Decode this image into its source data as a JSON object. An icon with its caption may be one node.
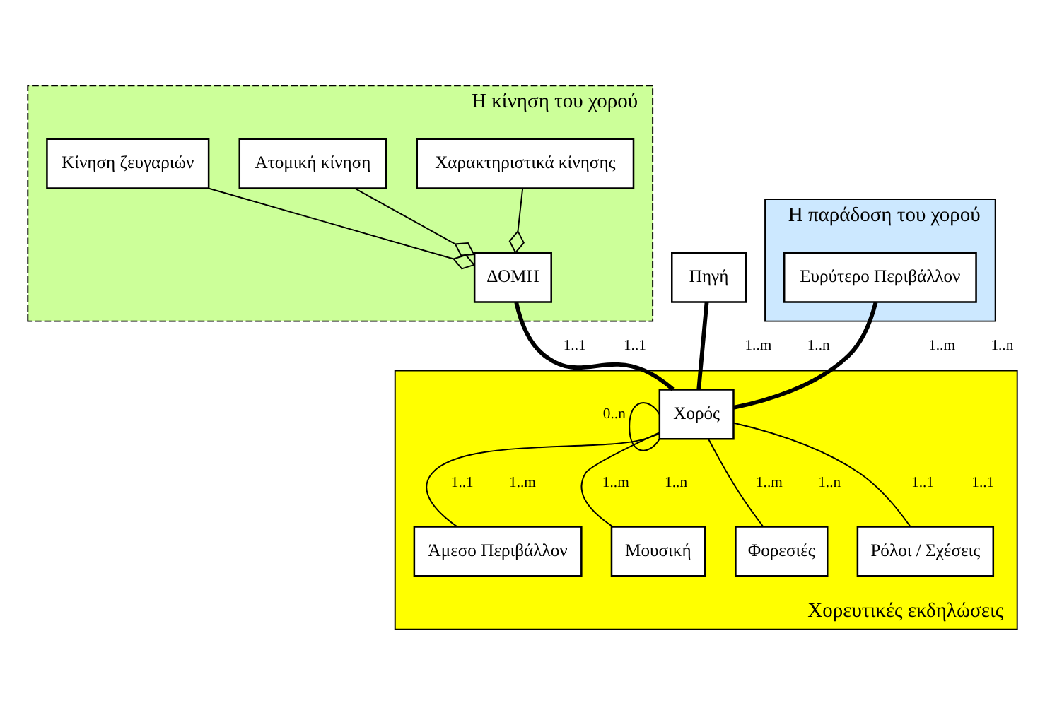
{
  "diagram": {
    "nodes": [
      {
        "text": [
          "Η κίνηση του χορού"
        ]
      },
      {
        "text": [
          "Χαρακτηριστικά κίνησης"
        ],
        "in": 0
      },
      {
        "text": [
          "Ατομική κίνηση"
        ],
        "in": 0
      },
      {
        "text": [
          "Κίνηση ζευγαριών"
        ],
        "in": 0
      },
      {
        "text": [
          "ΔΟΜΗ"
        ],
        "in": 0
      },
      {
        "text": [
          "Πηγή"
        ]
      },
      {
        "text": [
          "Η παράδοση του χορού"
        ]
      },
      {
        "text": [
          "Ευρύτερο Περιβάλλον"
        ],
        "in": 6
      },
      {
        "text": [
          "Χορευτικές εκδηλώσεις"
        ]
      },
      {
        "text": [
          "Χορός"
        ],
        "in": 8
      },
      {
        "text": [
          "Άμεσο Περιβάλλον"
        ],
        "in": 8
      },
      {
        "text": [
          "Μουσική"
        ],
        "in": 8
      },
      {
        "text": [
          "Φορεσιές"
        ],
        "in": 8
      },
      {
        "text": [
          "Ρόλοι / Σχέσεις"
        ],
        "in": 8
      }
    ],
    "edges": [
      {
        "from": 1,
        "to": 4,
        "arrow": "other"
      },
      {
        "from": 2,
        "to": 4,
        "arrow": "other"
      },
      {
        "from": 3,
        "to": 4,
        "arrow": "other"
      },
      {
        "from": 4,
        "to": 9,
        "arrow": "none",
        "style": "thick"
      },
      {
        "from": 5,
        "to": 9,
        "arrow": "none",
        "style": "thick"
      },
      {
        "from": 7,
        "to": 9,
        "arrow": "none",
        "style": "thick"
      },
      {
        "from": 9,
        "to": 9,
        "arrow": "none"
      },
      {
        "from": 9,
        "to": 10,
        "arrow": "none"
      },
      {
        "from": 9,
        "to": 11,
        "arrow": "none"
      },
      {
        "from": 9,
        "to": 12,
        "arrow": "none"
      },
      {
        "from": 9,
        "to": 13,
        "arrow": "none"
      }
    ],
    "labels": [
      "1..1",
      "1..1",
      "1..m",
      "1..n",
      "1..m",
      "1..n",
      "0..n",
      "1..1",
      "1..m",
      "1..m",
      "1..n",
      "1..m",
      "1..n",
      "1..1",
      "1..1"
    ]
  }
}
